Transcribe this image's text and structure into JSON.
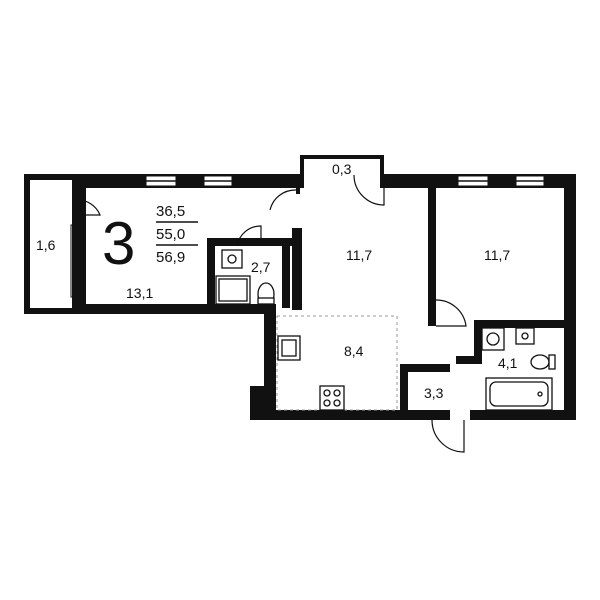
{
  "summary": {
    "room_count": "3",
    "living_area": "36,5",
    "total_area": "55,0",
    "total_area_with_balcony": "56,9"
  },
  "rooms": {
    "balcony": "1,6",
    "room_left": "13,1",
    "bathroom_small": "2,7",
    "closet": "0,3",
    "room_center": "11,7",
    "room_right": "11,7",
    "kitchen": "8,4",
    "hall": "3,3",
    "bathroom_large": "4,1"
  }
}
